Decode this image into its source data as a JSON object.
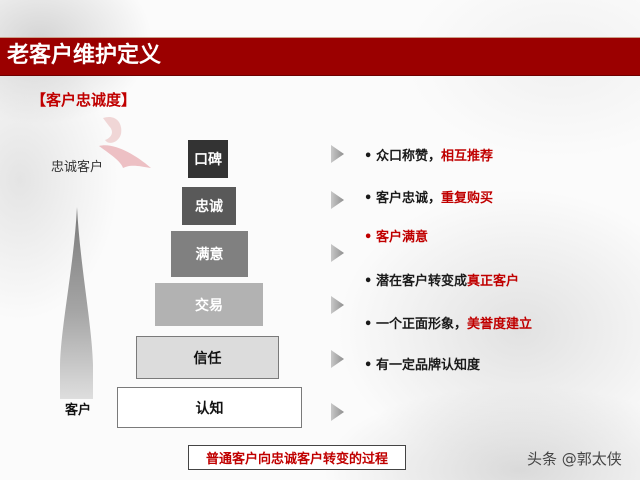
{
  "header": {
    "title": "老客户维护定义"
  },
  "subtitle": "【客户忠诚度】",
  "left_axis": {
    "top_label": "忠诚客户",
    "bottom_label": "客户"
  },
  "pyramid": {
    "tiers": [
      {
        "label": "口碑",
        "fill": "#333333",
        "text_color": "#ffffff"
      },
      {
        "label": "忠诚",
        "fill": "#595959",
        "text_color": "#ffffff"
      },
      {
        "label": "满意",
        "fill": "#808080",
        "text_color": "#ffffff"
      },
      {
        "label": "交易",
        "fill": "#b2b2b2",
        "text_color": "#ffffff"
      },
      {
        "label": "信任",
        "fill": "#dcdcdc",
        "text_color": "#111111"
      },
      {
        "label": "认知",
        "fill": "#ffffff",
        "text_color": "#111111"
      }
    ]
  },
  "bullets": [
    {
      "dot": "•",
      "text": "众口称赞，",
      "highlight": "相互推荐"
    },
    {
      "dot": "•",
      "text": "客户忠诚，",
      "highlight": "重复购买"
    },
    {
      "dot": "•",
      "text": "",
      "highlight": "客户满意"
    },
    {
      "dot": "•",
      "text": "潜在客户转变成",
      "highlight": "真正客户"
    },
    {
      "dot": "•",
      "text": "一个正面形象，",
      "highlight": "美誉度建立"
    },
    {
      "dot": "•",
      "text": "有一定品牌认知度",
      "highlight": ""
    }
  ],
  "caption": "普通客户向忠诚客户转变的过程",
  "watermark": "头条 @郭太侠",
  "colors": {
    "accent_red": "#9b0000",
    "highlight_red": "#c00000"
  }
}
